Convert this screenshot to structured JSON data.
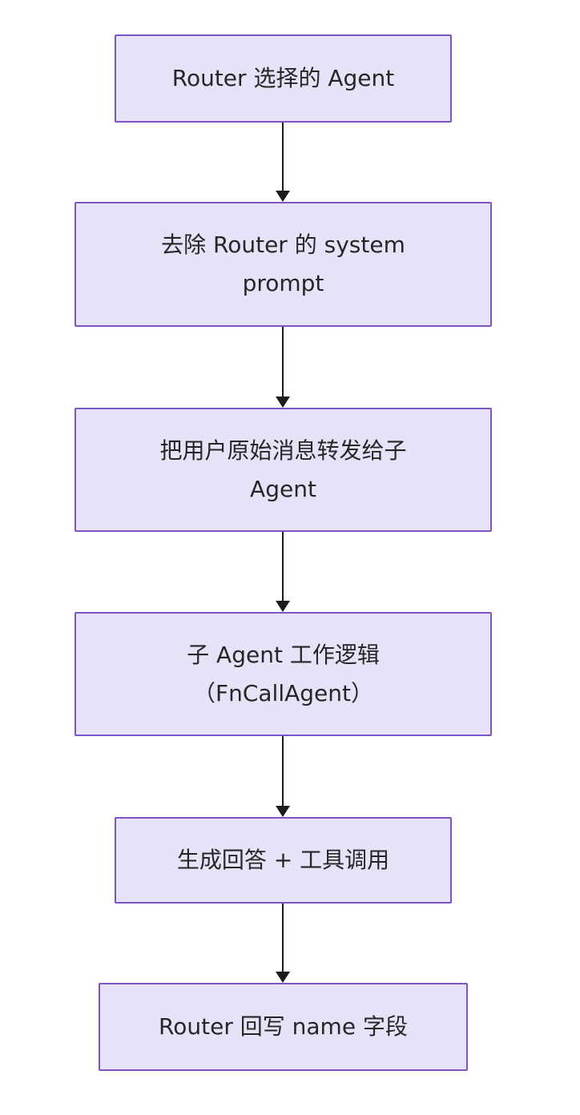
{
  "theme": {
    "background": "#ffffff",
    "node_fill": "#e6e3f8",
    "node_border": "#7d55c7",
    "text_color": "#262626",
    "arrow_color": "#1c1c1c"
  },
  "diagram": {
    "type": "flowchart",
    "direction": "top-down",
    "nodes": [
      {
        "lines": [
          "Router 选择的 Agent"
        ]
      },
      {
        "lines": [
          "去除 Router 的 system",
          "prompt"
        ]
      },
      {
        "lines": [
          "把用户原始消息转发给子",
          "Agent"
        ]
      },
      {
        "lines": [
          "子 Agent 工作逻辑",
          "（FnCallAgent）"
        ]
      },
      {
        "lines": [
          "生成回答 + 工具调用"
        ]
      },
      {
        "lines": [
          "Router 回写 name 字段"
        ]
      }
    ]
  }
}
